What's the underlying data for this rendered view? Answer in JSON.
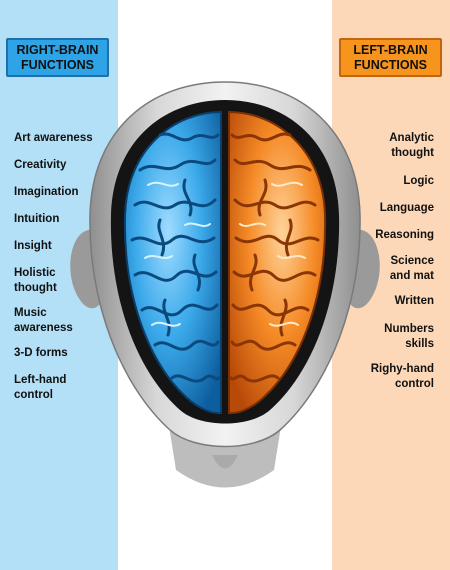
{
  "right_panel": {
    "title_line1": "RIGHT-BRAIN",
    "title_line2": "FUNCTIONS",
    "items": [
      {
        "line1": "Art awareness",
        "line2": ""
      },
      {
        "line1": "Creativity",
        "line2": ""
      },
      {
        "line1": "Imagination",
        "line2": ""
      },
      {
        "line1": "Intuition",
        "line2": ""
      },
      {
        "line1": "Insight",
        "line2": ""
      },
      {
        "line1": "Holistic",
        "line2": "thought"
      },
      {
        "line1": "Music",
        "line2": "awareness"
      },
      {
        "line1": "3-D forms",
        "line2": ""
      },
      {
        "line1": "Left-hand",
        "line2": "control"
      }
    ]
  },
  "left_panel": {
    "title_line1": "LEFT-BRAIN",
    "title_line2": "FUNCTIONS",
    "items": [
      {
        "line1": "Analytic",
        "line2": "thought"
      },
      {
        "line1": "Logic",
        "line2": ""
      },
      {
        "line1": "Language",
        "line2": ""
      },
      {
        "line1": "Reasoning",
        "line2": ""
      },
      {
        "line1": "Science",
        "line2": "and mat"
      },
      {
        "line1": "Written",
        "line2": ""
      },
      {
        "line1": "Numbers",
        "line2": "skills"
      },
      {
        "line1": "Righy-hand",
        "line2": "control"
      }
    ]
  },
  "colors": {
    "right_panel_bg": "#b3e0f7",
    "left_panel_bg": "#fcd8b8",
    "right_hemisphere": "#35a8e8",
    "left_hemisphere": "#f07d1a",
    "skull": "#c9c9c9",
    "brain_cavity": "#141414"
  }
}
